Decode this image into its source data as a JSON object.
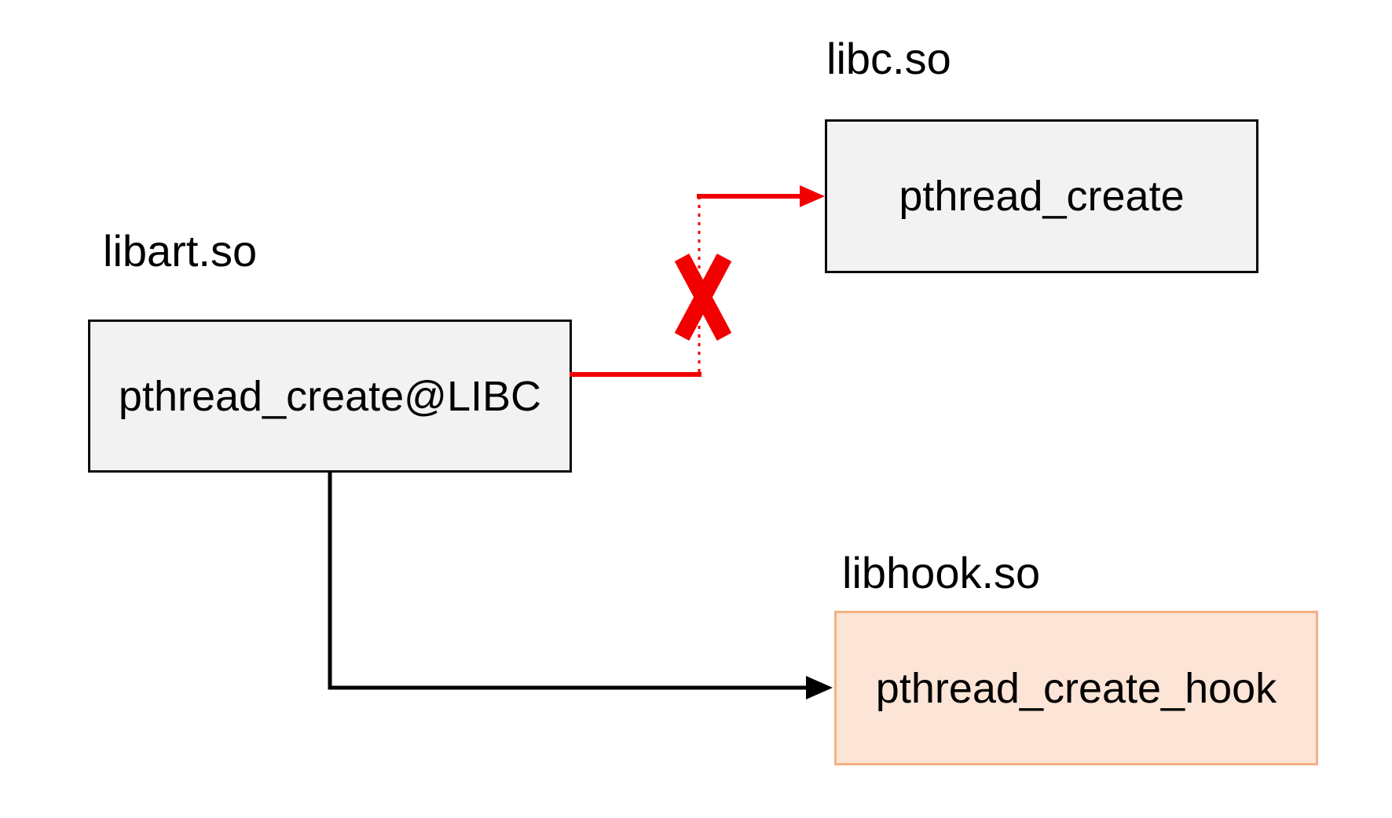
{
  "diagram": {
    "background": "#ffffff",
    "colors": {
      "box_fill_gray": "#f2f2f2",
      "box_border_dark": "#0a0a0a",
      "box_fill_peach": "#fce4d6",
      "box_border_orange": "#f4b183",
      "red": "#f20000",
      "black_line": "#000000",
      "text": "#000000"
    },
    "nodes": [
      {
        "id": "libart",
        "title": "libart.so",
        "label": "pthread_create@LIBC"
      },
      {
        "id": "libc",
        "title": "libc.so",
        "label": "pthread_create"
      },
      {
        "id": "libhook",
        "title": "libhook.so",
        "label": "pthread_create_hook"
      }
    ],
    "edges": [
      {
        "from": "libart",
        "to": "libc",
        "color": "red",
        "style": "elbow, vertical segment dotted",
        "status": "blocked",
        "marker": "red X over vertical segment, arrowhead into libc.so box"
      },
      {
        "from": "libart",
        "to": "libhook",
        "color": "black",
        "style": "elbow, solid",
        "status": "active",
        "marker": "arrowhead into libhook.so box"
      }
    ]
  }
}
